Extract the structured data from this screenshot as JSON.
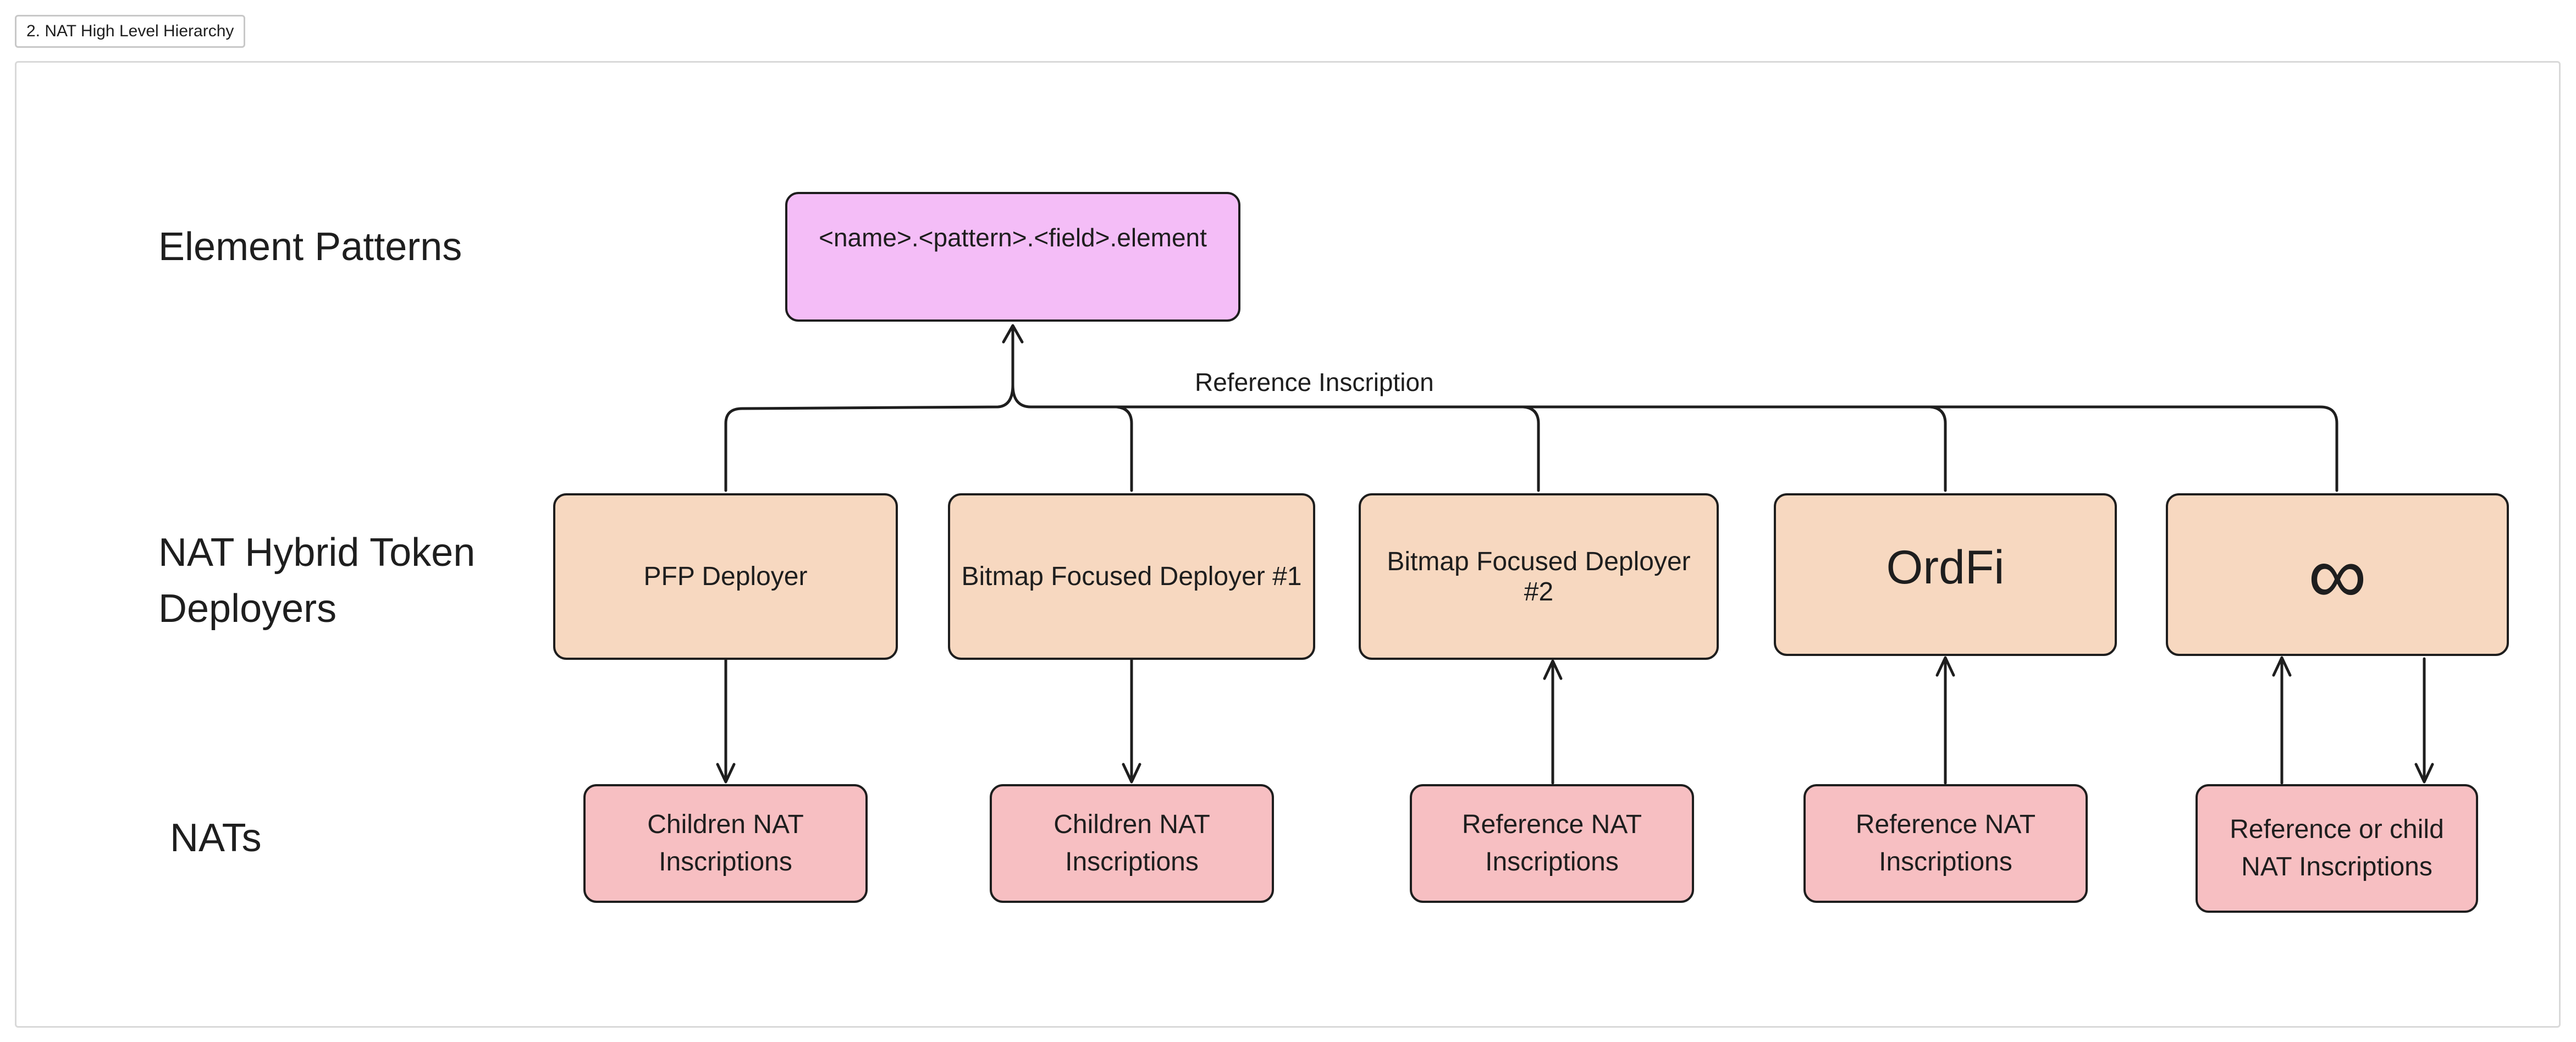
{
  "frame": {
    "title": "2. NAT High Level Hierarchy"
  },
  "rows": {
    "patterns": "Element Patterns",
    "deployers_line1": "NAT Hybrid Token",
    "deployers_line2": "Deployers",
    "nats": "NATs"
  },
  "pattern_box": {
    "label": "<name>.<pattern>.<field>.element"
  },
  "edge_label": "Reference Inscription",
  "deployers": [
    {
      "label": "PFP Deployer"
    },
    {
      "label": "Bitmap Focused Deployer #1"
    },
    {
      "label": "Bitmap Focused Deployer #2"
    },
    {
      "label": "OrdFi"
    },
    {
      "label": "∞"
    }
  ],
  "nats": [
    {
      "line1": "Children NAT",
      "line2": "Inscriptions",
      "arrow": "down"
    },
    {
      "line1": "Children NAT",
      "line2": "Inscriptions",
      "arrow": "down"
    },
    {
      "line1": "Reference NAT",
      "line2": "Inscriptions",
      "arrow": "up"
    },
    {
      "line1": "Reference NAT",
      "line2": "Inscriptions",
      "arrow": "up"
    },
    {
      "line1": "Reference or child",
      "line2": "NAT Inscriptions",
      "arrow": "both"
    }
  ],
  "colors": {
    "pattern_fill": "#f4bdf7",
    "deployer_fill": "#f7d8c0",
    "nat_fill": "#f7bfc2",
    "stroke": "#1e1e1e"
  }
}
